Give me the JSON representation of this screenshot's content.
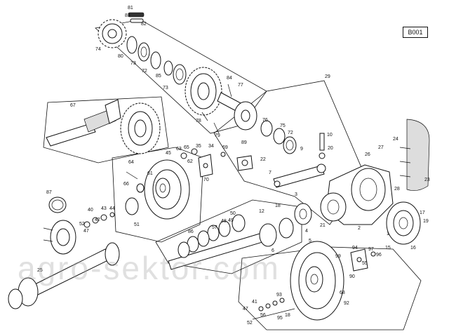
{
  "code": "B001",
  "watermark": "agro-sektor.com",
  "labels": [
    {
      "id": "p81",
      "text": "81"
    },
    {
      "id": "p83",
      "text": "83"
    },
    {
      "id": "p82",
      "text": "82"
    },
    {
      "id": "p74",
      "text": "74"
    },
    {
      "id": "p80",
      "text": "80"
    },
    {
      "id": "p73",
      "text": "73"
    },
    {
      "id": "p72a",
      "text": "72"
    },
    {
      "id": "p85",
      "text": "85"
    },
    {
      "id": "p73b",
      "text": "73"
    },
    {
      "id": "p29",
      "text": "29"
    },
    {
      "id": "p84",
      "text": "84"
    },
    {
      "id": "p77",
      "text": "77"
    },
    {
      "id": "p67",
      "text": "67"
    },
    {
      "id": "p78",
      "text": "78"
    },
    {
      "id": "p79",
      "text": "79"
    },
    {
      "id": "p76",
      "text": "76"
    },
    {
      "id": "p75",
      "text": "75"
    },
    {
      "id": "p72b",
      "text": "72"
    },
    {
      "id": "p10",
      "text": "10"
    },
    {
      "id": "p20",
      "text": "20"
    },
    {
      "id": "p9",
      "text": "9"
    },
    {
      "id": "p89",
      "text": "89"
    },
    {
      "id": "p22",
      "text": "22"
    },
    {
      "id": "p7",
      "text": "7"
    },
    {
      "id": "p27",
      "text": "27"
    },
    {
      "id": "p24",
      "text": "24"
    },
    {
      "id": "p26",
      "text": "26"
    },
    {
      "id": "p23",
      "text": "23"
    },
    {
      "id": "p28",
      "text": "28"
    },
    {
      "id": "p64",
      "text": "64"
    },
    {
      "id": "p45",
      "text": "45"
    },
    {
      "id": "p63",
      "text": "63"
    },
    {
      "id": "p65",
      "text": "65"
    },
    {
      "id": "p35",
      "text": "35"
    },
    {
      "id": "p34",
      "text": "34"
    },
    {
      "id": "p62",
      "text": "62"
    },
    {
      "id": "p69",
      "text": "69"
    },
    {
      "id": "p70",
      "text": "70"
    },
    {
      "id": "p61",
      "text": "61"
    },
    {
      "id": "p66",
      "text": "66"
    },
    {
      "id": "p3",
      "text": "3"
    },
    {
      "id": "p87",
      "text": "87"
    },
    {
      "id": "p40",
      "text": "40"
    },
    {
      "id": "p43",
      "text": "43"
    },
    {
      "id": "p44",
      "text": "44"
    },
    {
      "id": "p42",
      "text": "42"
    },
    {
      "id": "p52a",
      "text": "52"
    },
    {
      "id": "p18a",
      "text": "18"
    },
    {
      "id": "p12",
      "text": "12"
    },
    {
      "id": "p47",
      "text": "47"
    },
    {
      "id": "p51",
      "text": "51"
    },
    {
      "id": "p57",
      "text": "57"
    },
    {
      "id": "p86",
      "text": "86"
    },
    {
      "id": "p48",
      "text": "48"
    },
    {
      "id": "p49",
      "text": "49"
    },
    {
      "id": "p50",
      "text": "50"
    },
    {
      "id": "p21",
      "text": "21"
    },
    {
      "id": "p2",
      "text": "2"
    },
    {
      "id": "p4",
      "text": "4"
    },
    {
      "id": "p5",
      "text": "5"
    },
    {
      "id": "p6",
      "text": "6"
    },
    {
      "id": "p17",
      "text": "17"
    },
    {
      "id": "p19",
      "text": "19"
    },
    {
      "id": "p1",
      "text": "1"
    },
    {
      "id": "p15",
      "text": "15"
    },
    {
      "id": "p16",
      "text": "16"
    },
    {
      "id": "p25",
      "text": "25"
    },
    {
      "id": "p99",
      "text": "99"
    },
    {
      "id": "p94",
      "text": "94"
    },
    {
      "id": "p97",
      "text": "97"
    },
    {
      "id": "p96",
      "text": "96"
    },
    {
      "id": "p55",
      "text": "55"
    },
    {
      "id": "p90",
      "text": "90"
    },
    {
      "id": "p68",
      "text": "68"
    },
    {
      "id": "p92",
      "text": "92"
    },
    {
      "id": "p93",
      "text": "93"
    },
    {
      "id": "p41",
      "text": "41"
    },
    {
      "id": "p47b",
      "text": "47"
    },
    {
      "id": "p56",
      "text": "56"
    },
    {
      "id": "p52b",
      "text": "52"
    },
    {
      "id": "p95",
      "text": "95"
    },
    {
      "id": "p18b",
      "text": "18"
    }
  ]
}
